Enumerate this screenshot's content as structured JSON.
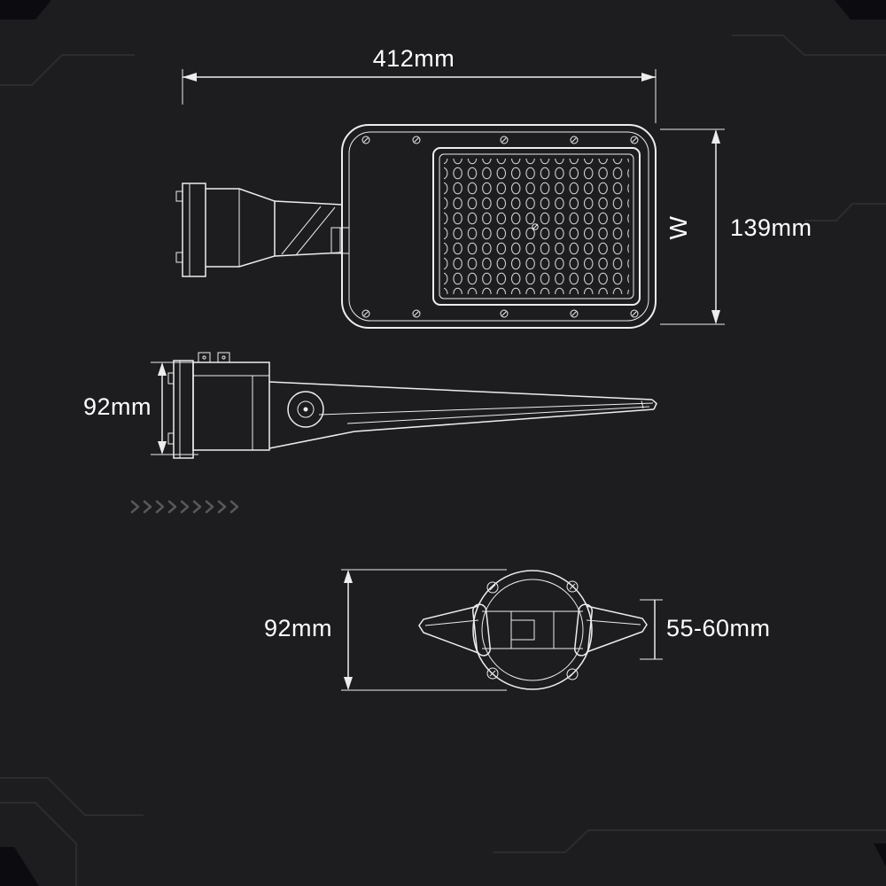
{
  "page": {
    "background_color": "#1d1d1f",
    "line_color": "#ededed",
    "label_color": "#ffffff",
    "decor_line_color": "#2c2c2e"
  },
  "views": {
    "top": {
      "width_label": "412mm",
      "height_label": "139mm",
      "axis_label": "W"
    },
    "side": {
      "height_label": "92mm"
    },
    "mount": {
      "height_label": "92mm",
      "clamp_range_label": "55-60mm"
    }
  }
}
